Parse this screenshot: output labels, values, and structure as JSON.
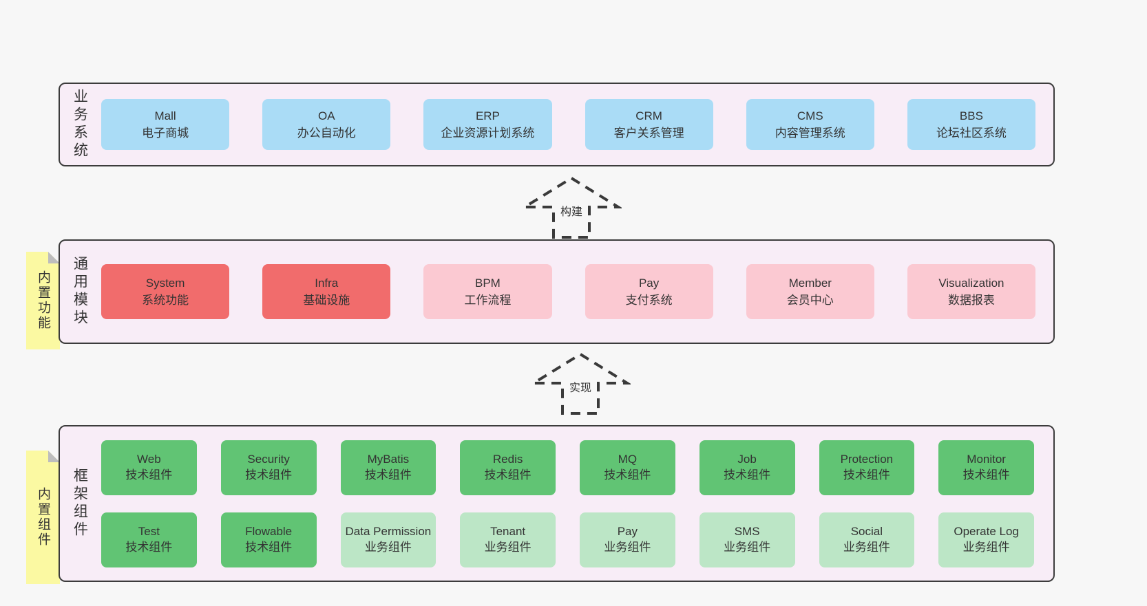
{
  "colors": {
    "page_bg": "#f7f7f7",
    "panel_bg": "#f8edf7",
    "panel_border": "#3c3c3c",
    "blue_box": "#aadcf6",
    "red_box": "#f16c6c",
    "pink_box": "#fbc9d2",
    "green_box": "#61c474",
    "light_green_box": "#bce6c6",
    "sticky_note": "#fbf9a2",
    "note_fold": "#bdbdbd",
    "text": "#333333"
  },
  "panels": {
    "business": {
      "label": "业务系统",
      "boxes": [
        {
          "title": "Mall",
          "subtitle": "电子商城"
        },
        {
          "title": "OA",
          "subtitle": "办公自动化"
        },
        {
          "title": "ERP",
          "subtitle": "企业资源计划系统"
        },
        {
          "title": "CRM",
          "subtitle": "客户关系管理"
        },
        {
          "title": "CMS",
          "subtitle": "内容管理系统"
        },
        {
          "title": "BBS",
          "subtitle": "论坛社区系统"
        }
      ]
    },
    "modules": {
      "label": "通用模块",
      "note": "内置功能",
      "boxes": [
        {
          "title": "System",
          "subtitle": "系统功能"
        },
        {
          "title": "Infra",
          "subtitle": "基础设施"
        },
        {
          "title": "BPM",
          "subtitle": "工作流程"
        },
        {
          "title": "Pay",
          "subtitle": "支付系统"
        },
        {
          "title": "Member",
          "subtitle": "会员中心"
        },
        {
          "title": "Visualization",
          "subtitle": "数据报表"
        }
      ]
    },
    "framework": {
      "label": "框架组件",
      "note": "内置组件",
      "rows": [
        [
          {
            "title": "Web",
            "subtitle": "技术组件"
          },
          {
            "title": "Security",
            "subtitle": "技术组件"
          },
          {
            "title": "MyBatis",
            "subtitle": "技术组件"
          },
          {
            "title": "Redis",
            "subtitle": "技术组件"
          },
          {
            "title": "MQ",
            "subtitle": "技术组件"
          },
          {
            "title": "Job",
            "subtitle": "技术组件"
          },
          {
            "title": "Protection",
            "subtitle": "技术组件"
          },
          {
            "title": "Monitor",
            "subtitle": "技术组件"
          }
        ],
        [
          {
            "title": "Test",
            "subtitle": "技术组件"
          },
          {
            "title": "Flowable",
            "subtitle": "技术组件"
          },
          {
            "title": "Data Permission",
            "subtitle": "业务组件"
          },
          {
            "title": "Tenant",
            "subtitle": "业务组件"
          },
          {
            "title": "Pay",
            "subtitle": "业务组件"
          },
          {
            "title": "SMS",
            "subtitle": "业务组件"
          },
          {
            "title": "Social",
            "subtitle": "业务组件"
          },
          {
            "title": "Operate Log",
            "subtitle": "业务组件"
          }
        ]
      ]
    }
  },
  "arrows": [
    {
      "label": "构建"
    },
    {
      "label": "实现"
    }
  ]
}
